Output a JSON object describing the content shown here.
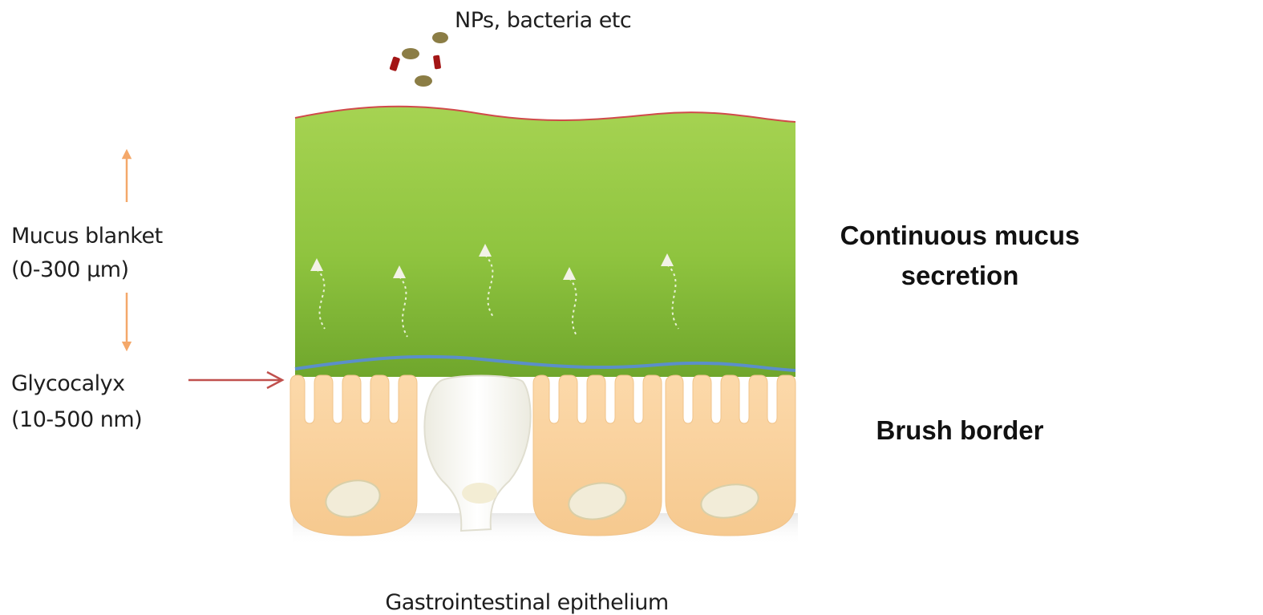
{
  "labels": {
    "particles": "NPs, bacteria etc",
    "mucus_line1": "Mucus blanket",
    "mucus_line2": "(0-300 μm)",
    "glyco_line1": "Glycocalyx",
    "glyco_line2": "(10-500 nm)",
    "continuous_line1": "Continuous mucus",
    "continuous_line2": "secretion",
    "brush_border": "Brush border",
    "caption": "Gastrointestinal epithelium"
  },
  "colors": {
    "mucus": "#8dc63f",
    "cell": "#fbd3a0",
    "nucleus": "#f2ecd8",
    "goblet_cell": "#fbfbf4",
    "glycocalyx_line": "#5b8fc9",
    "surface_line": "#d04a4a",
    "mucus_arrow": "#f4a86a",
    "glyco_arrow": "#c0504d",
    "particle_dot": "#8b7d45",
    "particle_rod": "#a31515"
  }
}
